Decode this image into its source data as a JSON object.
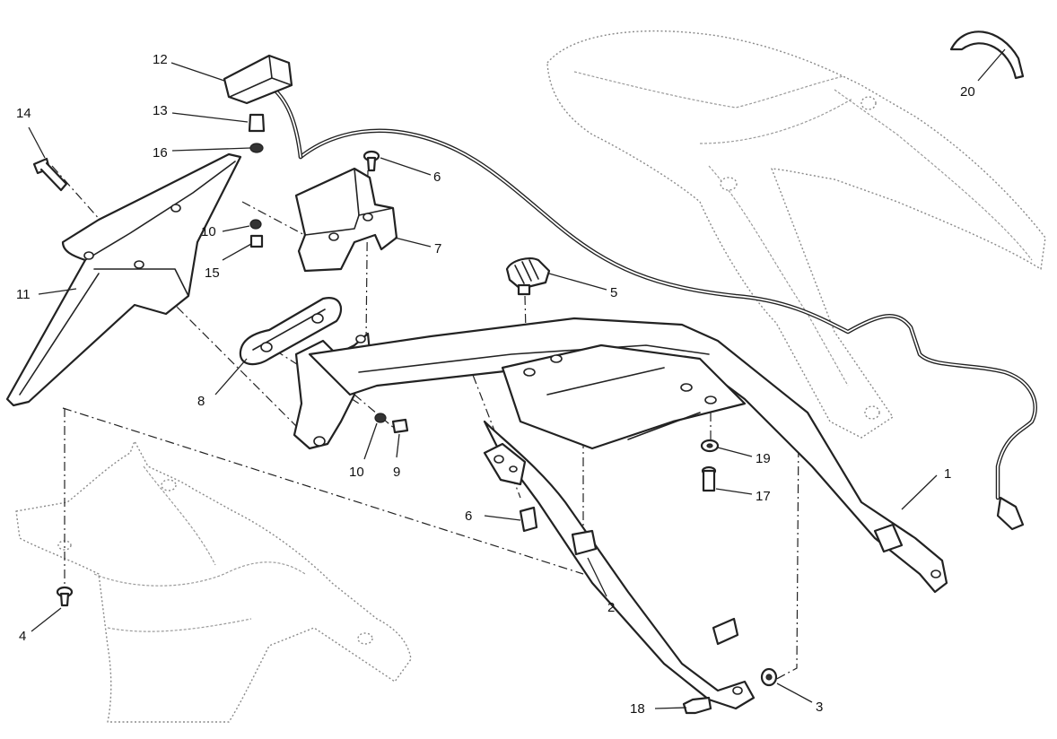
{
  "diagram": {
    "callouts": [
      {
        "id": "1",
        "label": "1"
      },
      {
        "id": "2",
        "label": "2"
      },
      {
        "id": "3",
        "label": "3"
      },
      {
        "id": "4",
        "label": "4"
      },
      {
        "id": "5",
        "label": "5"
      },
      {
        "id": "6a",
        "label": "6"
      },
      {
        "id": "6b",
        "label": "6"
      },
      {
        "id": "7",
        "label": "7"
      },
      {
        "id": "8",
        "label": "8"
      },
      {
        "id": "9",
        "label": "9"
      },
      {
        "id": "10a",
        "label": "10"
      },
      {
        "id": "10b",
        "label": "10"
      },
      {
        "id": "11",
        "label": "11"
      },
      {
        "id": "12",
        "label": "12"
      },
      {
        "id": "13",
        "label": "13"
      },
      {
        "id": "14",
        "label": "14"
      },
      {
        "id": "15",
        "label": "15"
      },
      {
        "id": "16",
        "label": "16"
      },
      {
        "id": "17",
        "label": "17"
      },
      {
        "id": "18",
        "label": "18"
      },
      {
        "id": "19",
        "label": "19"
      },
      {
        "id": "20",
        "label": "20"
      }
    ]
  }
}
